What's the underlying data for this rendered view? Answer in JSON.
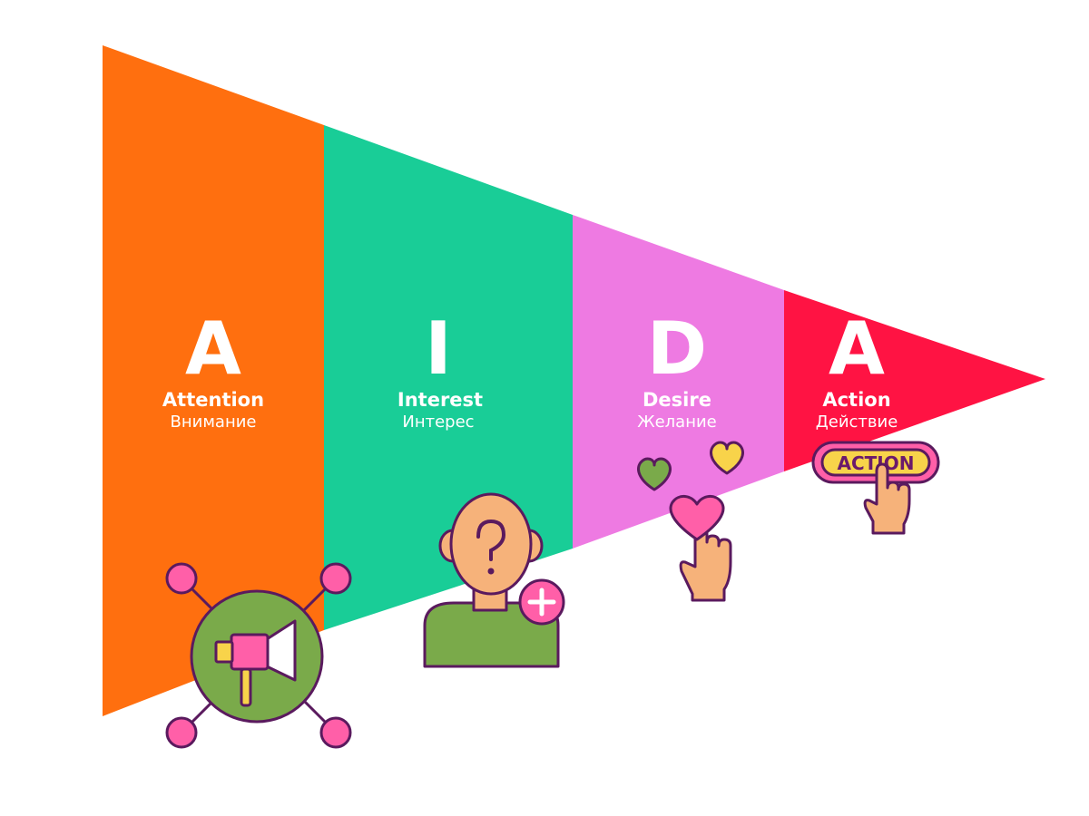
{
  "stages": [
    {
      "letter": "A",
      "title": "Attention",
      "subtitle": "Внимание",
      "color": "#ff6f0f",
      "icon": "megaphone-network-icon"
    },
    {
      "letter": "I",
      "title": "Interest",
      "subtitle": "Интерес",
      "color": "#19cd97",
      "icon": "person-question-icon"
    },
    {
      "letter": "D",
      "title": "Desire",
      "subtitle": "Желание",
      "color": "#ee7ae2",
      "icon": "hearts-hand-icon"
    },
    {
      "letter": "A",
      "title": "Action",
      "subtitle": "Действие",
      "color": "#ff1343",
      "icon": "action-button-hand-icon"
    }
  ],
  "action_button_label": "ACTION",
  "colors": {
    "outline": "#5a1a5e",
    "pink": "#ff5fa8",
    "green": "#7aaa4a",
    "yellow": "#f8d34a",
    "skin": "#f6b27a"
  }
}
